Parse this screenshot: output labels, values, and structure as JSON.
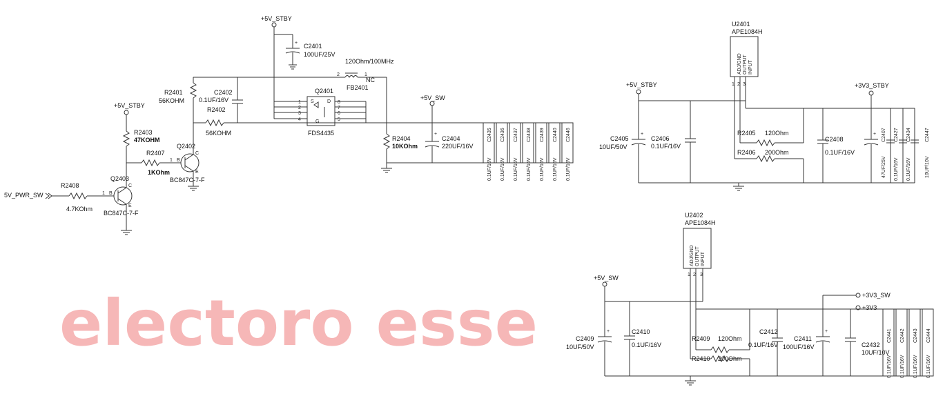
{
  "watermark": "electoro esse",
  "colors": {
    "watermark": "#f4a0a0",
    "wire": "#333333"
  },
  "nets": {
    "p5v_stby": "+5V_STBY",
    "p5v_sw": "+5V_SW",
    "p3v3_stby": "+3V3_STBY",
    "p3v3_sw": "+3V3_SW",
    "p3v3": "+3V3",
    "pwr_sw": "5V_PWR_SW"
  },
  "parts": {
    "c2401_ref": "C2401",
    "c2401_val": "100UF/25V",
    "fb2401_spec": "120Ohm/100MHz",
    "fb2401_ref": "FB2401",
    "nc": "NC",
    "r2401_ref": "R2401",
    "r2401_val": "56KOHM",
    "c2402_ref": "C2402",
    "c2402_val": "0.1UF/16V",
    "r2402_ref": "R2402",
    "r2402_val": "56KOHM",
    "q2401_ref": "Q2401",
    "q2401_part": "FDS4435",
    "r2403_ref": "R2403",
    "r2403_val": "47KOHM",
    "r2407_ref": "R2407",
    "r2407_val": "1KOhm",
    "q2402_ref": "Q2402",
    "q2402_part": "BC847C-7-F",
    "q2403_ref": "Q2403",
    "q2403_part": "BC847C-7-F",
    "r2408_ref": "R2408",
    "r2408_val": "4.7KOhm",
    "r2404_ref": "R2404",
    "r2404_val": "10KOhm",
    "c2404_ref": "C2404",
    "c2404_val": "220UF/16V",
    "u2401_ref": "U2401",
    "u2401_part": "APE1084H",
    "u2402_ref": "U2402",
    "u2402_part": "APE1084H",
    "pin_adj": "ADJ/GND",
    "pin_out": "OUTPUT",
    "pin_in": "INPUT",
    "c2405_ref": "C2405",
    "c2405_val": "10UF/50V",
    "c2406_ref": "C2406",
    "c2406_val": "0.1UF/16V",
    "r2405_ref": "R2405",
    "r2405_val": "120Ohm",
    "r2406_ref": "R2406",
    "r2406_val": "200Ohm",
    "c2408_ref": "C2408",
    "c2408_val": "0.1UF/16V",
    "c2407_ref": "C2407",
    "c2407_val": "47UF/25V",
    "c2427_ref": "C2427",
    "c2427_val": "0.1UF/16V",
    "c2434_ref": "C2434",
    "c2434_val": "0.1UF/16V",
    "c2447_ref": "C2447",
    "c2447_val": "10UF/10V",
    "c2409_ref": "C2409",
    "c2409_val": "10UF/50V",
    "c2410_ref": "C2410",
    "c2410_val": "0.1UF/16V",
    "r2409_ref": "R2409",
    "r2409_val": "120Ohm",
    "r2410_ref": "R2410",
    "r2410_val": "200Ohm",
    "c2412_ref": "C2412",
    "c2412_val": "0.1UF/16V",
    "c2411_ref": "C2411",
    "c2411_val": "100UF/16V",
    "c2432_ref": "C2432",
    "c2432_val": "10UF/10V"
  },
  "decoupling_top": [
    {
      "ref": "C2435",
      "val": "0.1UF/16V"
    },
    {
      "ref": "C2436",
      "val": "0.1UF/16V"
    },
    {
      "ref": "C2437",
      "val": "0.1UF/16V"
    },
    {
      "ref": "C2438",
      "val": "0.1UF/16V"
    },
    {
      "ref": "C2439",
      "val": "0.1UF/16V"
    },
    {
      "ref": "C2440",
      "val": "0.1UF/16V"
    },
    {
      "ref": "C2446",
      "val": "0.1UF/16V"
    }
  ],
  "decoupling_bottom": [
    {
      "ref": "C2441",
      "val": "0.1UF/16V"
    },
    {
      "ref": "C2442",
      "val": "0.1UF/16V"
    },
    {
      "ref": "C2443",
      "val": "0.1UF/16V"
    },
    {
      "ref": "C2444",
      "val": "0.1UF/16V"
    }
  ],
  "pins": {
    "p1": "1",
    "p2": "2",
    "p3": "3",
    "p4": "4",
    "p5": "5",
    "p6": "6",
    "p7": "7",
    "p8": "8",
    "b": "B",
    "c": "C",
    "e": "E",
    "s": "S",
    "d": "D",
    "g": "G",
    "plus": "+"
  }
}
